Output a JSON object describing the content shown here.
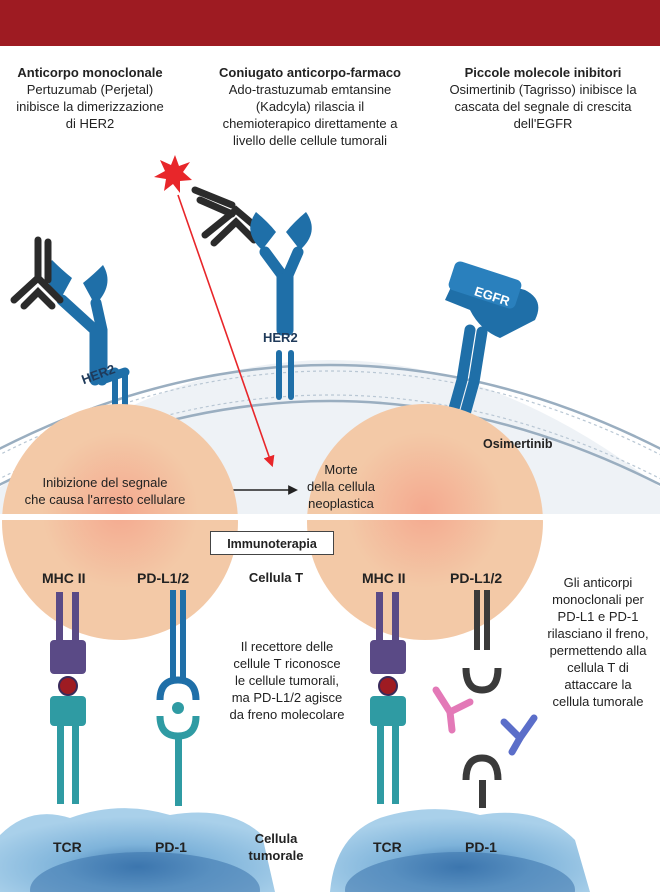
{
  "colors": {
    "header_band": "#9e1b22",
    "receptor_blue": "#1f6fa8",
    "antibody_dark": "#2b2b2b",
    "drug_red": "#e8262a",
    "cell_peach": "#f3c9a7",
    "cell_blue": "#9cc8e6",
    "mhc_purple": "#5a4a86",
    "tcr_teal": "#2f9ba3",
    "pink_ab": "#e06bb0",
    "blue_ab": "#4a5fc4"
  },
  "top": {
    "col1": {
      "title": "Anticorpo monoclonale",
      "lines": [
        "Pertuzumab (Perjetal)",
        "inibisce la dimerizzazione",
        "di HER2"
      ]
    },
    "col2": {
      "title": "Coniugato anticorpo-farmaco",
      "lines": [
        "Ado-trastuzumab emtansine",
        "(Kadcyla) rilascia il",
        "chemioterapico direttamente a",
        "livello delle cellule tumorali"
      ]
    },
    "col3": {
      "title": "Piccole molecole inibitori",
      "lines": [
        "Osimertinib (Tagrisso) inibisce la",
        "cascata del segnale di crescita",
        "dell'EGFR"
      ]
    }
  },
  "receptors": {
    "her2_a": "HER2",
    "her2_b": "HER2",
    "egfr": "EGFR",
    "osimertinib": "Osimertinib"
  },
  "signal": {
    "lines": [
      "Inibizione del segnale",
      "che causa l'arresto cellulare"
    ]
  },
  "death": {
    "lines": [
      "Morte",
      "della cellula",
      "neoplastica"
    ]
  },
  "immuno": {
    "badge": "Immunoterapia",
    "t_cell": "Cellula T",
    "tumor_cell": [
      "Cellula",
      "tumorale"
    ],
    "left": {
      "mhc": "MHC II",
      "pdl": "PD-L1/2",
      "tcr": "TCR",
      "pd1": "PD-1"
    },
    "right": {
      "mhc": "MHC II",
      "pdl": "PD-L1/2",
      "tcr": "TCR",
      "pd1": "PD-1"
    },
    "explain_left": [
      "Il recettore delle",
      "cellule T riconosce",
      "le cellule tumorali,",
      "ma PD-L1/2 agisce",
      "da freno molecolare"
    ],
    "explain_right": [
      "Gli anticorpi",
      "monoclonali per",
      "PD-L1 e PD-1",
      "rilasciano il freno,",
      "permettendo alla",
      "cellula T di",
      "attaccare la",
      "cellula tumorale"
    ]
  }
}
